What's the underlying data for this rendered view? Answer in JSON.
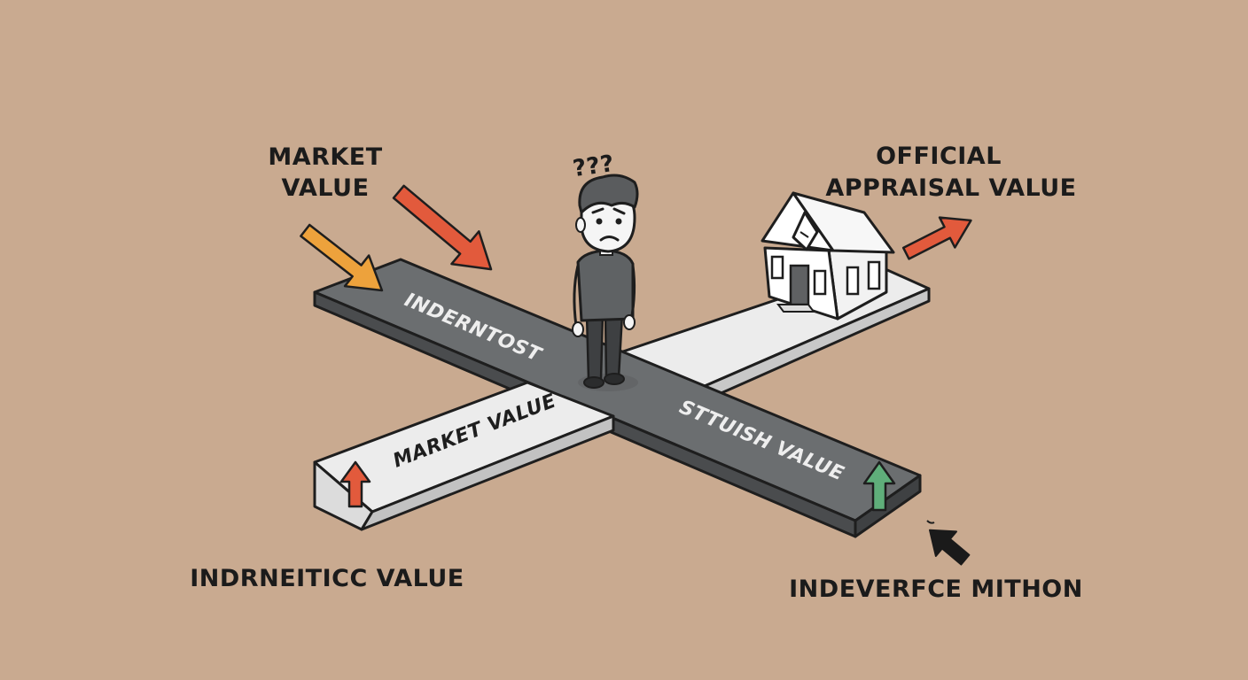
{
  "labels": {
    "market_value_top_line1": "MARKET",
    "market_value_top_line2": "VALUE",
    "official_line1": "OFFICIAL",
    "official_line2": "APPRAISAL VALUE",
    "bottom_left": "INDRNEITICC VALUE",
    "bottom_right": "INDEVERFCE MITHON"
  },
  "beams": {
    "dark_upper_text": "INDERNTOST",
    "dark_lower_text": "STTUISH VALUE",
    "light_lower_text": "MARKET VALUE"
  },
  "figure": {
    "confusion_marks": "???"
  },
  "colors": {
    "background": "#c9aa90",
    "dark_beam": "#6b6e70",
    "light_beam": "#ececec",
    "arrow_red": "#e25a3c",
    "arrow_orange": "#eda23c",
    "arrow_green": "#5fae7a",
    "arrow_black": "#1a1a1a"
  }
}
